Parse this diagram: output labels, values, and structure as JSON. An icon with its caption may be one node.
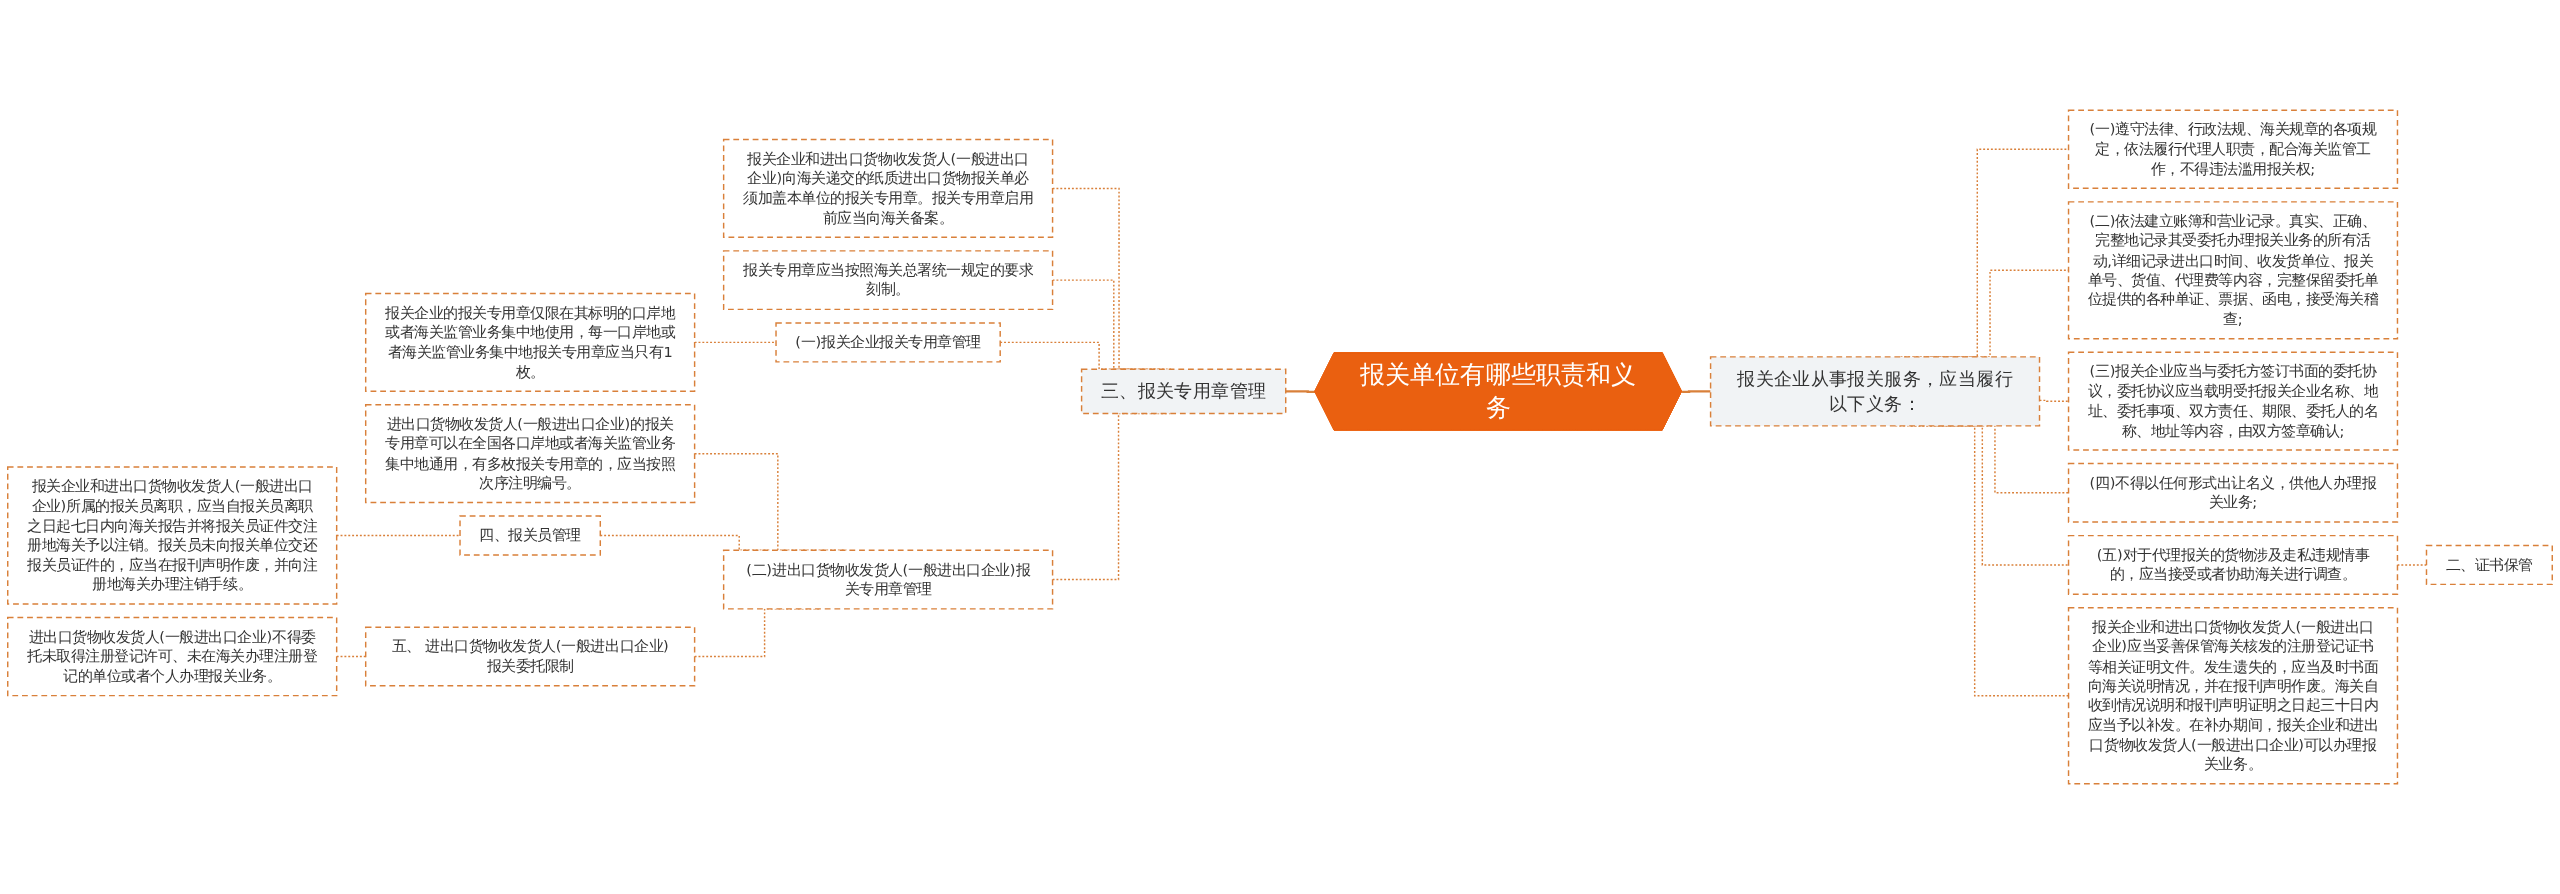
{
  "diagram": {
    "nodes": [
      {
        "text": [
          "报关单位有哪些职责和义务"
        ]
      },
      {
        "text": [
          "三、报关专用章管理"
        ]
      },
      {
        "text": [
          "报关企业和进出口货物收发货人(一般进出口企业)向海关递交的纸质进出口货物报关单必须加盖本单位的报关专用章。报关专用章启用前应当向海关备案。"
        ]
      },
      {
        "text": [
          "报关专用章应当按照海关总署统一规定的要求刻制。"
        ]
      },
      {
        "text": [
          "(一)报关企业报关专用章管理"
        ]
      },
      {
        "text": [
          "报关企业的报关专用章仅限在其标明的口岸地或者海关监管业务集中地使用，每一口岸地或者海关监管业务集中地报关专用章应当只有1枚。"
        ]
      },
      {
        "text": [
          "(二)进出口货物收发货人(一般进出口企业)报关专用章管理"
        ]
      },
      {
        "text": [
          "进出口货物收发货人(一般进出口企业)的报关专用章可以在全国各口岸地或者海关监管业务集中地通用，有多枚报关专用章的，应当按照次序注明编号。"
        ]
      },
      {
        "text": [
          "四、报关员管理"
        ]
      },
      {
        "text": [
          "报关企业和进出口货物收发货人(一般进出口企业)所属的报关员离职，应当自报关员离职之日起七日内向海关报告并将报关员证件交注册地海关予以注销。报关员未向报关单位交还报关员证件的，应当在报刊声明作废，并向注册地海关办理注销手续。"
        ]
      },
      {
        "text": [
          "五、 进出口货物收发货人(一般进出口企业)报关委托限制"
        ]
      },
      {
        "text": [
          "进出口货物收发货人(一般进出口企业)不得委托未取得注册登记许可、未在海关办理注册登记的单位或者个人办理报关业务。"
        ]
      },
      {
        "text": [
          "报关企业从事报关服务，应当履行以下义务："
        ]
      },
      {
        "text": [
          "(一)遵守法律、行政法规、海关规章的各项规定，依法履行代理人职责，配合海关监管工作，不得违法滥用报关权;"
        ]
      },
      {
        "text": [
          "(二)依法建立账簿和营业记录。真实、正确、完整地记录其受委托办理报关业务的所有活动,详细记录进出口时间、收发货单位、报关单号、货值、代理费等内容，完整保留委托单位提供的各种单证、票据、函电，接受海关稽查;"
        ]
      },
      {
        "text": [
          "(三)报关企业应当与委托方签订书面的委托协议，委托协议应当载明受托报关企业名称、地址、委托事项、双方责任、期限、委托人的名称、地址等内容，由双方签章确认;"
        ]
      },
      {
        "text": [
          "(四)不得以任何形式出让名义，供他人办理报关业务;"
        ]
      },
      {
        "text": [
          "(五)对于代理报关的货物涉及走私违规情事的，应当接受或者协助海关进行调查。"
        ]
      },
      {
        "text": [
          "二、证书保管"
        ]
      },
      {
        "text": [
          "报关企业和进出口货物收发货人(一般进出口企业)应当妥善保管海关核发的注册登记证书等相关证明文件。发生遗失的，应当及时书面向海关说明情况，并在报刊声明作废。海关自收到情况说明和报刊声明证明之日起三十日内应当予以补发。在补办期间，报关企业和进出口货物收发货人(一般进出口企业)可以办理报关业务。"
        ]
      }
    ],
    "edges": [
      {
        "from": 2,
        "to": 1,
        "arrow": "none",
        "style": "dashed"
      },
      {
        "from": 3,
        "to": 1,
        "arrow": "none",
        "style": "dashed"
      },
      {
        "from": 5,
        "to": 4,
        "arrow": "none",
        "style": "dashed"
      },
      {
        "from": 4,
        "to": 1,
        "arrow": "none",
        "style": "dashed"
      },
      {
        "from": 7,
        "to": 6,
        "arrow": "none",
        "style": "dashed"
      },
      {
        "from": 9,
        "to": 8,
        "arrow": "none",
        "style": "dashed"
      },
      {
        "from": 8,
        "to": 6,
        "arrow": "none",
        "style": "dashed"
      },
      {
        "from": 11,
        "to": 10,
        "arrow": "none",
        "style": "dashed"
      },
      {
        "from": 10,
        "to": 6,
        "arrow": "none",
        "style": "dashed"
      },
      {
        "from": 6,
        "to": 1,
        "arrow": "none",
        "style": "dashed"
      },
      {
        "from": 1,
        "to": 0,
        "arrow": "none"
      },
      {
        "from": 0,
        "to": 12,
        "arrow": "none"
      },
      {
        "from": 12,
        "to": 13,
        "arrow": "none",
        "style": "dashed"
      },
      {
        "from": 12,
        "to": 14,
        "arrow": "none",
        "style": "dashed"
      },
      {
        "from": 12,
        "to": 15,
        "arrow": "none",
        "style": "dashed"
      },
      {
        "from": 12,
        "to": 16,
        "arrow": "none",
        "style": "dashed"
      },
      {
        "from": 12,
        "to": 17,
        "arrow": "none",
        "style": "dashed"
      },
      {
        "from": 17,
        "to": 18,
        "arrow": "none",
        "style": "dashed"
      },
      {
        "from": 12,
        "to": 19,
        "arrow": "none",
        "style": "dashed"
      }
    ]
  }
}
